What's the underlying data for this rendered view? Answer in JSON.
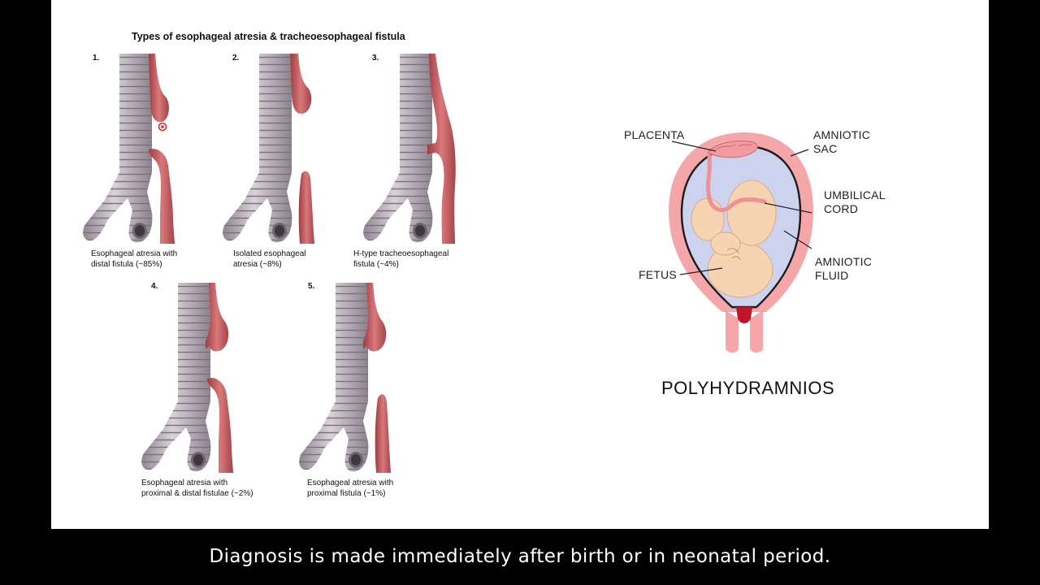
{
  "figure": {
    "title": "Types of esophageal atresia & tracheoesophageal fistula",
    "panels": [
      {
        "number": "1.",
        "caption_line1": "Esophageal atresia with",
        "caption_line2": "distal fistula (~85%)"
      },
      {
        "number": "2.",
        "caption_line1": "Isolated esophageal",
        "caption_line2": "atresia (~8%)"
      },
      {
        "number": "3.",
        "caption_line1": "H-type tracheoesophageal",
        "caption_line2": "fistula (~4%)"
      },
      {
        "number": "4.",
        "caption_line1": "Esophageal atresia with",
        "caption_line2": "proximal & distal fistulae (~2%)"
      },
      {
        "number": "5.",
        "caption_line1": "Esophageal atresia with",
        "caption_line2": "proximal fistula (~1%)"
      }
    ]
  },
  "uterus": {
    "labels": {
      "placenta": "PLACENTA",
      "amniotic_sac_1": "AMNIOTIC",
      "amniotic_sac_2": "SAC",
      "umbilical_cord_1": "UMBILICAL",
      "umbilical_cord_2": "CORD",
      "fetus": "FETUS",
      "amniotic_fluid_1": "AMNIOTIC",
      "amniotic_fluid_2": "FLUID"
    },
    "title": "POLYHYDRAMNIOS"
  },
  "subtitle": "Diagnosis is made immediately after birth or in neonatal period.",
  "colors": {
    "background": "#000000",
    "slide": "#ffffff",
    "trachea": "#b8aeb6",
    "esophagus": "#c0575a",
    "uterus_wall": "#f4a6a9",
    "amniotic_fluid": "#cdd3ef",
    "fetus": "#f7d4b1"
  }
}
